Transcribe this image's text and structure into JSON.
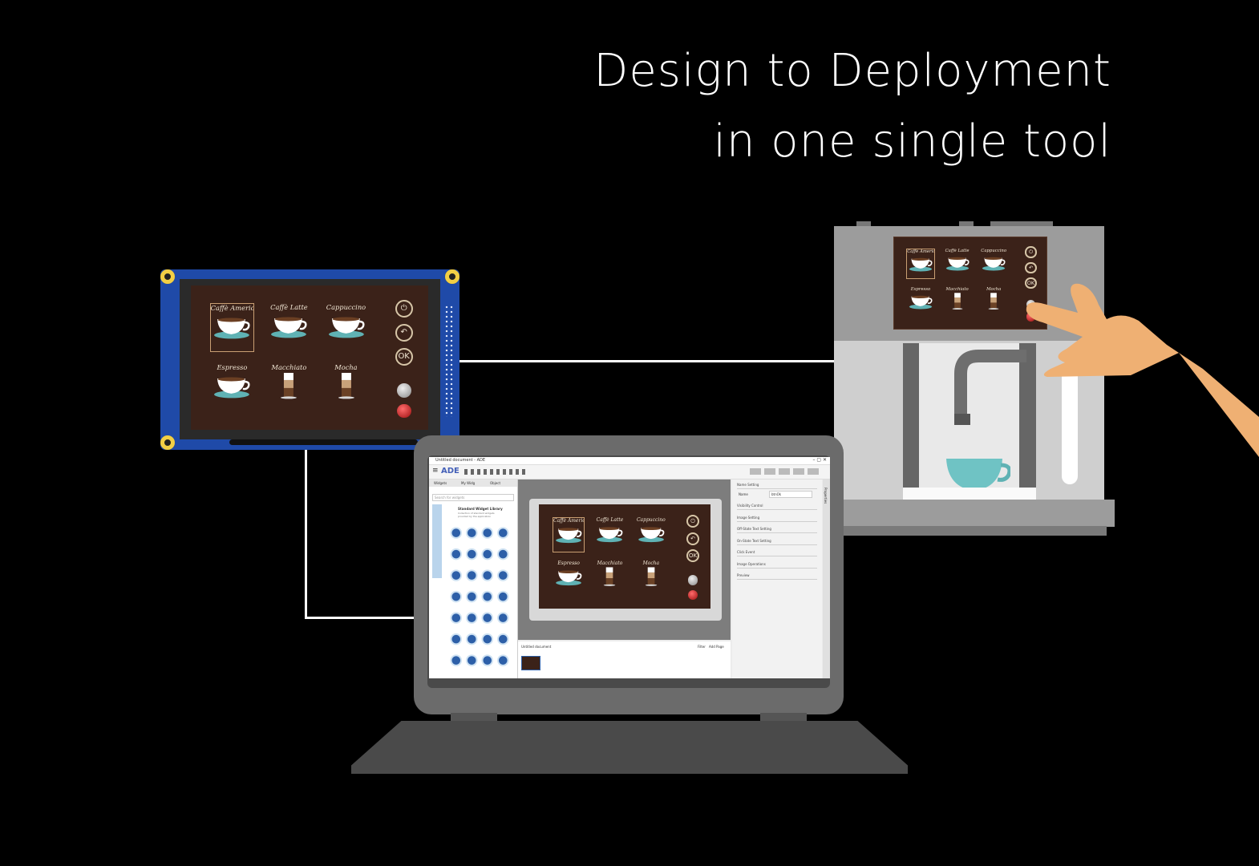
{
  "headline": {
    "line1": "Design to Deployment",
    "line2": "in one single tool"
  },
  "drinks": [
    {
      "label": "Caffè Americano",
      "kind": "cup"
    },
    {
      "label": "Caffè Latte",
      "kind": "cup"
    },
    {
      "label": "Cappuccino",
      "kind": "cup"
    },
    {
      "label": "Espresso",
      "kind": "cup"
    },
    {
      "label": "Macchiato",
      "kind": "glass"
    },
    {
      "label": "Mocha",
      "kind": "glass"
    }
  ],
  "controls": {
    "power": "⏻",
    "back": "↶",
    "ok": "OK"
  },
  "editor": {
    "title": "Untitled document - ADE",
    "logo": "ADE",
    "tabs": [
      "Widgets",
      "My Widg",
      "Object"
    ],
    "search_placeholder": "Search for widgets",
    "library_title": "Standard Widget Library",
    "library_desc": "Collection of standard widgets provided by the application",
    "properties_tab": "Properties",
    "property_sections": [
      "Name Setting",
      "Visibility Control",
      "Image Setting",
      "Off-State Text Setting",
      "On-State Text Setting",
      "Click Event",
      "Image Operations",
      "Preview"
    ],
    "name_label": "Name",
    "name_value": "btnOk",
    "pages_title": "Untitled document",
    "filter_label": "Filter",
    "add_page_label": "Add Page"
  },
  "colors": {
    "board_blue": "#1f4aa8",
    "screen_brown": "#3b2219",
    "cup_teal": "#6fc3c4",
    "hand_skin": "#efb073",
    "machine_gray": "#9c9c9c"
  }
}
